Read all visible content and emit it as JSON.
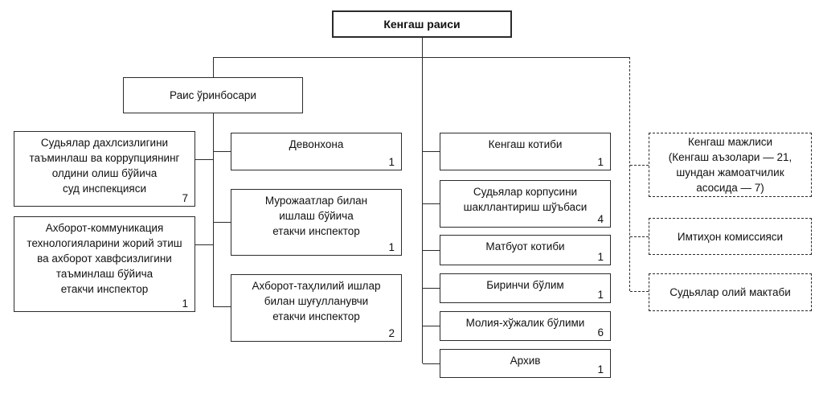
{
  "diagram": {
    "type": "org-chart",
    "language": "uz-Cyrl"
  },
  "colors": {
    "background": "#ffffff",
    "line": "#2b2b2b",
    "text": "#111111"
  },
  "nodes": {
    "chairman": {
      "label": "Кенгаш раиси"
    },
    "deputy": {
      "label": "Раис ўринбосари"
    },
    "left": [
      {
        "label": "Судьялар дахлсизлигини\nтаъминлаш ва коррупциянинг\nолдини олиш бўйича\nсуд инспекцияси",
        "count": "7"
      },
      {
        "label": "Ахборот-коммуникация\nтехнологияларини жорий этиш\nва ахборот хавфсизлигини\nтаъминлаш бўйича\nетакчи инспектор",
        "count": "1"
      }
    ],
    "middle_left": [
      {
        "label": "Девонхона",
        "count": "1"
      },
      {
        "label": "Мурожаатлар билан\nишлаш бўйича\nетакчи инспектор",
        "count": "1"
      },
      {
        "label": "Ахборот-таҳлилий ишлар\nбилан шуғулланувчи\nетакчи инспектор",
        "count": "2"
      }
    ],
    "middle_right": [
      {
        "label": "Кенгаш котиби",
        "count": "1"
      },
      {
        "label": "Судьялар корпусини\nшакллантириш шўъбаси",
        "count": "4"
      },
      {
        "label": "Матбуот котиби",
        "count": "1"
      },
      {
        "label": "Биринчи бўлим",
        "count": "1"
      },
      {
        "label": "Молия-хўжалик бўлими",
        "count": "6"
      },
      {
        "label": "Архив",
        "count": "1"
      }
    ],
    "right_dashed": [
      {
        "label": "Кенгаш мажлиси\n(Кенгаш аъзолари — 21,\nшундан жамоатчилик\nасосида — 7)"
      },
      {
        "label": "Имтиҳон комиссияси"
      },
      {
        "label": "Судьялар олий мактаби"
      }
    ]
  }
}
